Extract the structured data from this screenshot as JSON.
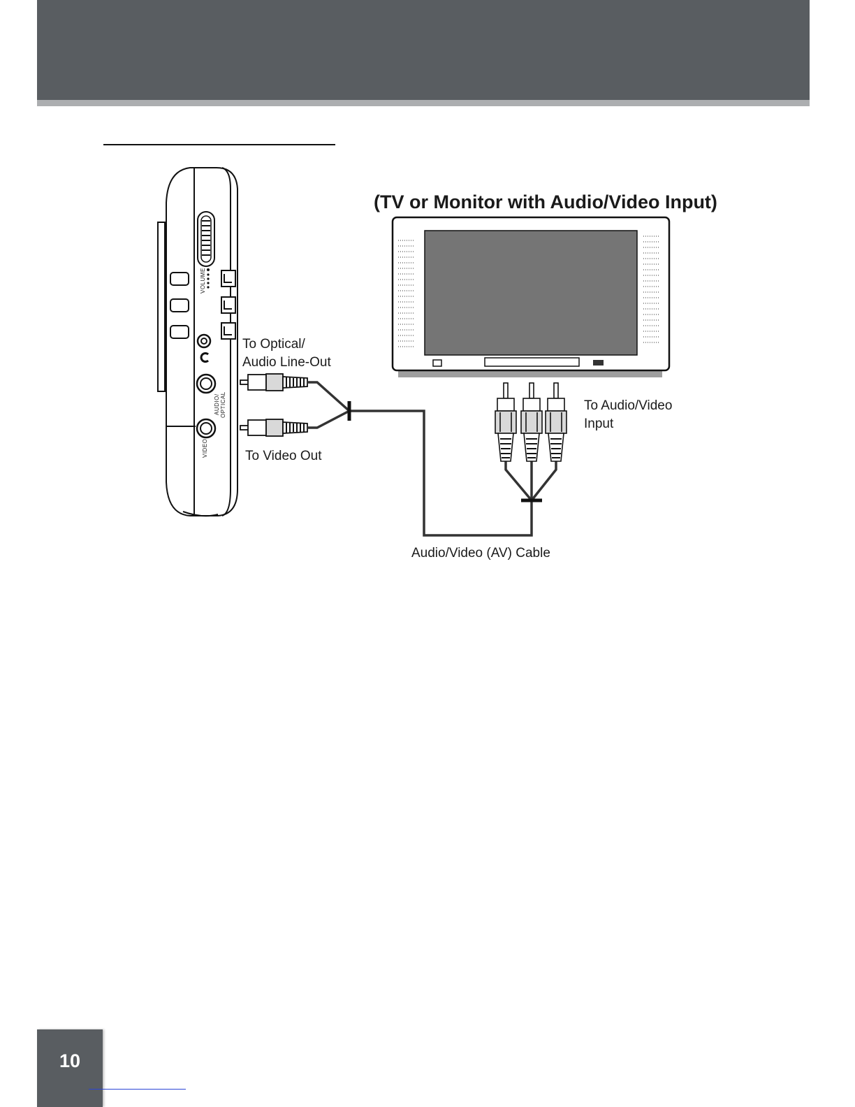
{
  "page": {
    "number": "10",
    "colors": {
      "header": "#595d61",
      "header_strip": "#acaeb0",
      "screen": "#757575"
    }
  },
  "diagram": {
    "title": "(TV or Monitor with Audio/Video Input)",
    "labels": {
      "optical_line1": "To Optical/",
      "optical_line2": "Audio Line-Out",
      "video_out": "To Video Out",
      "av_input_line1": "To Audio/Video",
      "av_input_line2": "Input",
      "cable": "Audio/Video (AV) Cable"
    },
    "device_markings": {
      "volume": "VOLUME",
      "audio": "AUDIO/",
      "optical": "OPTICAL",
      "video": "VIDEO"
    }
  }
}
